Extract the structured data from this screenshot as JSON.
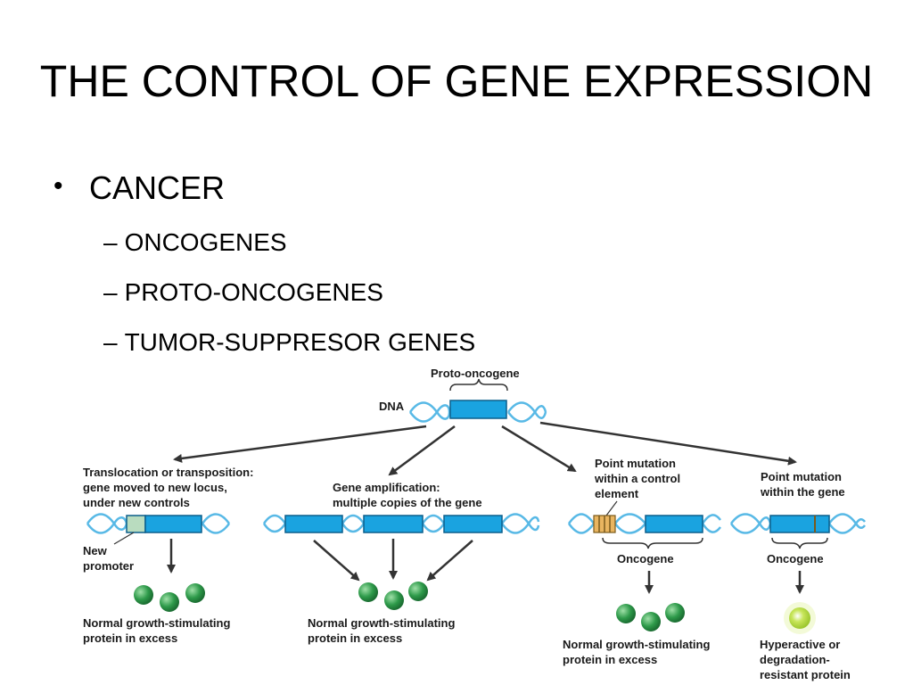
{
  "slide": {
    "title": "THE CONTROL OF GENE EXPRESSION",
    "bullet": "CANCER",
    "subbullets": [
      "ONCOGENES",
      "PROTO-ONCOGENES",
      "TUMOR-SUPPRESOR GENES"
    ]
  },
  "diagram": {
    "top": {
      "proto_label": "Proto-oncogene",
      "dna_label": "DNA"
    },
    "translocation": {
      "heading": [
        "Translocation or transposition:",
        "gene moved to new locus,",
        "under new controls"
      ],
      "promoter_label": [
        "New",
        "promoter"
      ],
      "result": [
        "Normal growth-stimulating",
        "protein in excess"
      ]
    },
    "amplification": {
      "heading": [
        "Gene amplification:",
        "multiple copies of the gene"
      ],
      "result": [
        "Normal growth-stimulating",
        "protein in excess"
      ]
    },
    "control_mutation": {
      "heading": [
        "Point mutation",
        "within a control",
        "element"
      ],
      "oncogene_label": "Oncogene",
      "result": [
        "Normal growth-stimulating",
        "protein in excess"
      ]
    },
    "gene_mutation": {
      "heading": [
        "Point mutation",
        "within the gene"
      ],
      "oncogene_label": "Oncogene",
      "result": [
        "Hyperactive or",
        "degradation-",
        "resistant protein"
      ]
    },
    "colors": {
      "gene_box": "#1aa3e0",
      "gene_box_stroke": "#0b5f8c",
      "dna_helix": "#58b9e6",
      "promoter": "#b9dcbf",
      "protein": "#2e9a4a",
      "hyperactive_protein": "#c8e65a",
      "control_mutation": "#e9b560"
    }
  }
}
